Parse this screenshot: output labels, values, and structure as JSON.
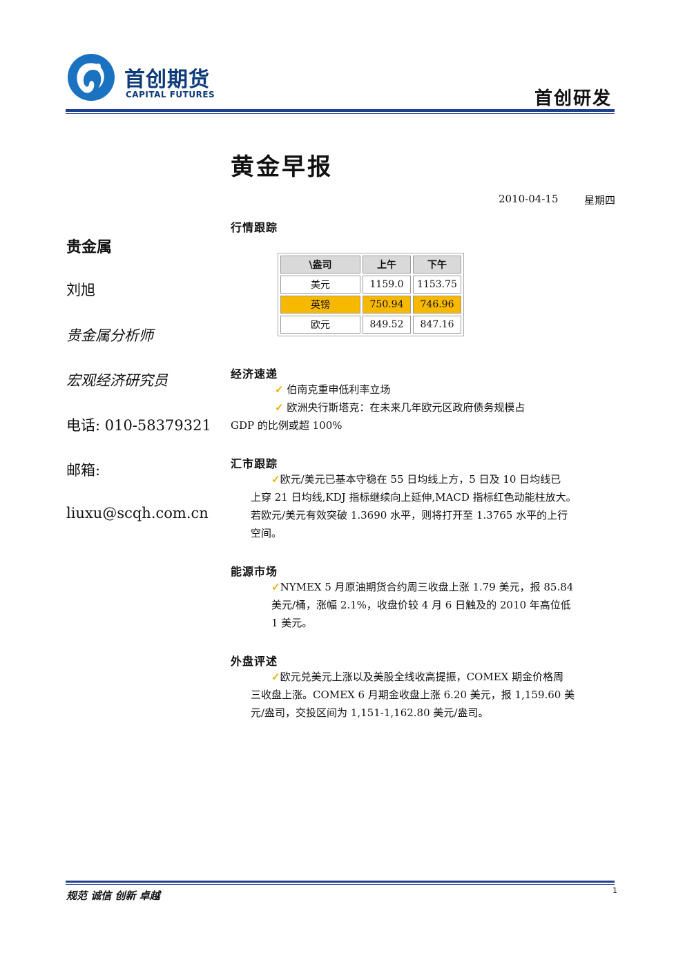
{
  "header": {
    "logo_cn": "首创期货",
    "logo_en": "CAPITAL FUTURES",
    "right_title": "首创研发",
    "colors": {
      "brand_blue": "#1f3f8f",
      "logo_blue": "#1a72c0"
    }
  },
  "doc": {
    "title": "黄金早报",
    "date": "2010-04-15",
    "weekday": "星期四"
  },
  "left": {
    "category": "贵金属",
    "name": "刘旭",
    "role1": "贵金属分析师",
    "role2": "宏观经济研究员",
    "phone": "电话: 010-58379321",
    "email_label": "邮箱:",
    "email": "liuxu@scqh.com.cn"
  },
  "market": {
    "heading": "行情跟踪",
    "columns": [
      "\\盎司",
      "上午",
      "下午"
    ],
    "rows": [
      {
        "currency": "美元",
        "am": "1159.0",
        "pm": "1153.75"
      },
      {
        "currency": "英镑",
        "am": "750.94",
        "pm": "746.96"
      },
      {
        "currency": "欧元",
        "am": "849.52",
        "pm": "847.16"
      }
    ],
    "highlight_color": "#f7b800"
  },
  "econ": {
    "heading": "经济速递",
    "item1": "伯南克重申低利率立场",
    "item2_line1": "欧洲央行斯塔克：在未来几年欧元区政府债务规模占",
    "item2_line2": "GDP 的比例或超 100%"
  },
  "fx": {
    "heading": "汇市跟踪",
    "lines": [
      "欧元/美元已基本守稳在 55 日均线上方，5 日及 10 日均线已",
      "上穿 21 日均线,KDJ 指标继续向上延伸,MACD 指标红色动能柱放大。",
      "若欧元/美元有效突破 1.3690 水平，则将打开至 1.3765 水平的上行",
      "空间。"
    ]
  },
  "energy": {
    "heading": "能源市场",
    "lines": [
      "NYMEX 5 月原油期货合约周三收盘上涨 1.79 美元，报 85.84",
      "美元/桶，涨幅 2.1%，收盘价较 4 月 6 日触及的 2010 年高位低",
      "1 美元。"
    ]
  },
  "overseas": {
    "heading": "外盘评述",
    "lines": [
      "欧元兑美元上涨以及美股全线收高提振，COMEX 期金价格周",
      "三收盘上涨。COMEX 6 月期金收盘上涨 6.20 美元，报 1,159.60 美",
      "元/盎司，交投区间为 1,151-1,162.80 美元/盎司。"
    ]
  },
  "footer": {
    "motto": "规范 诚信 创新 卓越",
    "page": "1"
  },
  "icons": {
    "bullet": "checkmark-icon",
    "check_glyph": "✓",
    "check_color": "#e8b100"
  }
}
